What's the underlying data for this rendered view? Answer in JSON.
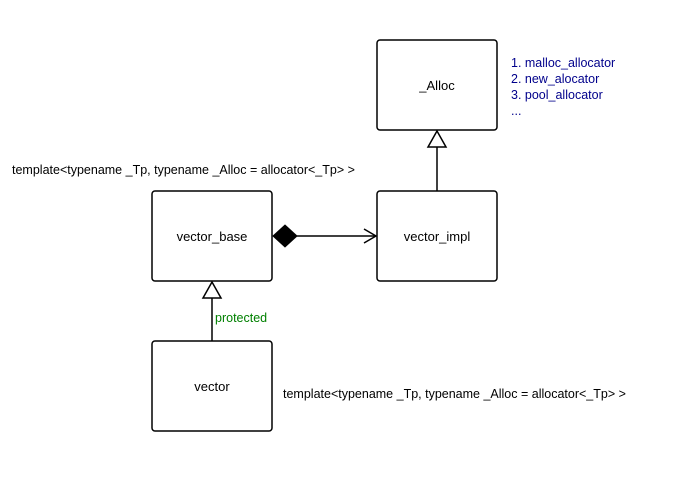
{
  "colors": {
    "box_stroke": "#000000",
    "box_fill": "#ffffff",
    "list_text": "#00008b",
    "protected_label": "#008000",
    "template_text": "#000000"
  },
  "classes": {
    "alloc": "_Alloc",
    "vector_base": "vector_base",
    "vector_impl": "vector_impl",
    "vector": "vector"
  },
  "allocators": [
    "1. malloc_allocator",
    "2. new_alocator",
    "3. pool_allocator",
    "..."
  ],
  "relations": {
    "protected_label": "protected"
  },
  "notes": {
    "template_top": "template<typename _Tp, typename _Alloc = allocator<_Tp> >",
    "template_bottom": "template<typename _Tp, typename _Alloc = allocator<_Tp> >"
  }
}
